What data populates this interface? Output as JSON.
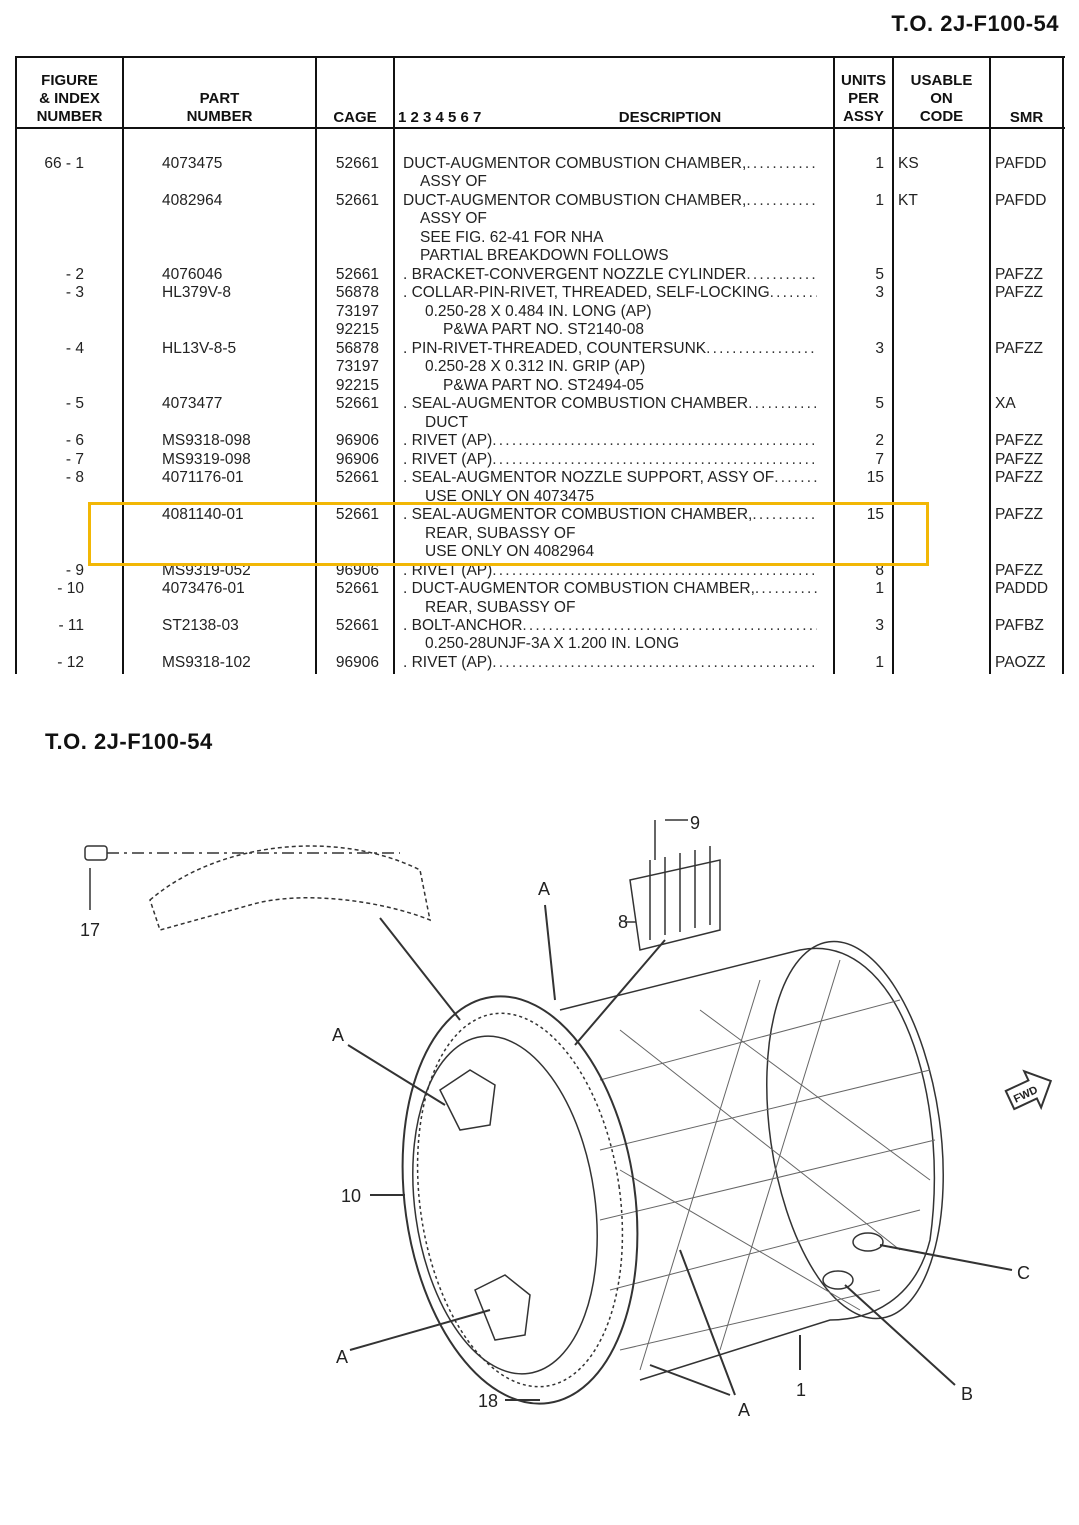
{
  "doc_title": "T.O.  2J-F100-54",
  "header": {
    "figure_index": [
      "FIGURE",
      "& INDEX",
      "NUMBER"
    ],
    "part_number": [
      "PART",
      "NUMBER"
    ],
    "cage": "CAGE",
    "indent_levels": "1 2 3 4 5 6 7",
    "description": "DESCRIPTION",
    "units": [
      "UNITS",
      "PER",
      "ASSY"
    ],
    "usable": [
      "USABLE",
      "ON",
      "CODE"
    ],
    "smr": "SMR"
  },
  "lines": [
    {
      "fig": "66 - 1",
      "part": "4073475",
      "cage": "52661",
      "desc": "DUCT-AUGMENTOR COMBUSTION CHAMBER,",
      "dots": true,
      "units": "1",
      "code": "KS",
      "smr": "PAFDD"
    },
    {
      "desc": "ASSY OF"
    },
    {
      "part": "4082964",
      "cage": "52661",
      "desc": "DUCT-AUGMENTOR COMBUSTION CHAMBER,",
      "dots": true,
      "units": "1",
      "code": "KT",
      "smr": "PAFDD"
    },
    {
      "desc": "ASSY OF"
    },
    {
      "desc": "SEE FIG. 62-41 FOR NHA"
    },
    {
      "desc": "PARTIAL BREAKDOWN FOLLOWS"
    },
    {
      "fig": "- 2",
      "part": "4076046",
      "cage": "52661",
      "desc": ". BRACKET-CONVERGENT NOZZLE CYLINDER",
      "dots": true,
      "units": "5",
      "smr": "PAFZZ"
    },
    {
      "fig": "- 3",
      "part": "HL379V-8",
      "cage": "56878",
      "desc": ". COLLAR-PIN-RIVET, THREADED, SELF-LOCKING",
      "dots": true,
      "units": "3",
      "smr": "PAFZZ"
    },
    {
      "cage": "73197",
      "desc": "0.250-28 X 0.484 IN. LONG (AP)"
    },
    {
      "cage": "92215",
      "desc": "P&WA PART NO. ST2140-08"
    },
    {
      "fig": "- 4",
      "part": "HL13V-8-5",
      "cage": "56878",
      "desc": ". PIN-RIVET-THREADED, COUNTERSUNK",
      "dots": true,
      "units": "3",
      "smr": "PAFZZ"
    },
    {
      "cage": "73197",
      "desc": "0.250-28 X 0.312 IN. GRIP (AP)"
    },
    {
      "cage": "92215",
      "desc": "P&WA PART NO. ST2494-05"
    },
    {
      "fig": "- 5",
      "part": "4073477",
      "cage": "52661",
      "desc": ". SEAL-AUGMENTOR COMBUSTION CHAMBER",
      "dots": true,
      "units": "5",
      "smr": "XA"
    },
    {
      "desc": "DUCT"
    },
    {
      "fig": "- 6",
      "part": "MS9318-098",
      "cage": "96906",
      "desc": ". RIVET (AP)",
      "dots": true,
      "units": "2",
      "smr": "PAFZZ"
    },
    {
      "fig": "- 7",
      "part": "MS9319-098",
      "cage": "96906",
      "desc": ". RIVET (AP)",
      "dots": true,
      "units": "7",
      "smr": "PAFZZ"
    },
    {
      "fig": "- 8",
      "part": "4071176-01",
      "cage": "52661",
      "desc": ". SEAL-AUGMENTOR NOZZLE SUPPORT, ASSY OF",
      "dots": true,
      "units": "15",
      "smr": "PAFZZ"
    },
    {
      "desc": "USE ONLY ON 4073475"
    },
    {
      "part": "4081140-01",
      "cage": "52661",
      "desc": ". SEAL-AUGMENTOR COMBUSTION CHAMBER,",
      "dots": true,
      "units": "15",
      "smr": "PAFZZ"
    },
    {
      "desc": "REAR, SUBASSY OF"
    },
    {
      "desc": "USE ONLY ON 4082964"
    },
    {
      "fig": "- 9",
      "part": "MS9319-052",
      "cage": "96906",
      "desc": ". RIVET (AP)",
      "dots": true,
      "units": "8",
      "smr": "PAFZZ"
    },
    {
      "fig": "- 10",
      "part": "4073476-01",
      "cage": "52661",
      "desc": ". DUCT-AUGMENTOR COMBUSTION CHAMBER,",
      "dots": true,
      "units": "1",
      "smr": "PADDD"
    },
    {
      "desc": "REAR, SUBASSY OF"
    },
    {
      "fig": "- 11",
      "part": "ST2138-03",
      "cage": "52661",
      "desc": ". BOLT-ANCHOR",
      "dots": true,
      "units": "3",
      "smr": "PAFBZ"
    },
    {
      "desc": "0.250-28UNJF-3A X 1.200 IN. LONG"
    },
    {
      "fig": "- 12",
      "part": "MS9318-102",
      "cage": "96906",
      "desc": ". RIVET (AP)",
      "dots": true,
      "units": "1",
      "smr": "PAOZZ"
    }
  ],
  "highlight_color": "#f2b705",
  "diagram": {
    "callouts": {
      "c9": "9",
      "c8": "8",
      "c17": "17",
      "c10": "10",
      "c18": "18",
      "c1": "1",
      "cA1": "A",
      "cA2": "A",
      "cA3": "A",
      "cA4": "A",
      "cB": "B",
      "cC": "C"
    },
    "fwd": "FWD"
  }
}
